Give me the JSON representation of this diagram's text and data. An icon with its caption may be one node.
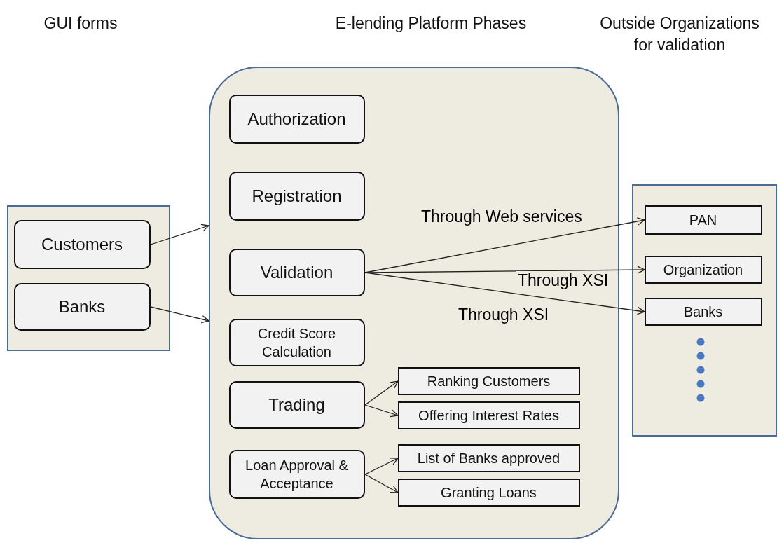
{
  "diagram": {
    "nodes": [
      {
        "text": [],
        "shape": "box"
      },
      {
        "text": [
          "Customers"
        ],
        "in": 0
      },
      {
        "text": [
          "Banks"
        ],
        "in": 0
      },
      {
        "text": [],
        "shape": "box"
      },
      {
        "text": [
          "Authorization"
        ],
        "in": 3
      },
      {
        "text": [
          "Registration"
        ],
        "in": 3
      },
      {
        "text": [
          "Validation"
        ],
        "in": 3
      },
      {
        "text": [
          "Credit Score Calculation"
        ],
        "in": 3
      },
      {
        "text": [
          "Trading"
        ],
        "in": 3
      },
      {
        "text": [
          "Ranking Customers"
        ],
        "in": 3
      },
      {
        "text": [
          "Offering Interest Rates"
        ],
        "in": 3
      },
      {
        "text": [
          "Loan Approval & Acceptance"
        ],
        "in": 3
      },
      {
        "text": [
          "List of Banks approved"
        ],
        "in": 3
      },
      {
        "text": [
          "Granting Loans"
        ],
        "in": 3
      },
      {
        "text": [],
        "shape": "box"
      },
      {
        "text": [
          "PAN"
        ],
        "in": 14
      },
      {
        "text": [
          "Organization"
        ],
        "in": 14
      },
      {
        "text": [
          "Banks"
        ],
        "in": 14
      }
    ],
    "edges": [
      {
        "from": 1,
        "to": 3,
        "arrow": "to"
      },
      {
        "from": 2,
        "to": 3,
        "arrow": "to"
      },
      {
        "from": 6,
        "to": 15,
        "arrow": "to",
        "label": "Through Web services"
      },
      {
        "from": 6,
        "to": 16,
        "arrow": "to",
        "label": "Through XSI"
      },
      {
        "from": 6,
        "to": 17,
        "arrow": "to",
        "label": "Through XSI"
      },
      {
        "from": 8,
        "to": 9,
        "arrow": "to"
      },
      {
        "from": 8,
        "to": 10,
        "arrow": "to"
      },
      {
        "from": 11,
        "to": 12,
        "arrow": "to"
      },
      {
        "from": 11,
        "to": 13,
        "arrow": "to"
      }
    ],
    "labels": [
      "GUI forms",
      "E-lending Platform Phases",
      "Outside Organizations for validation"
    ]
  }
}
